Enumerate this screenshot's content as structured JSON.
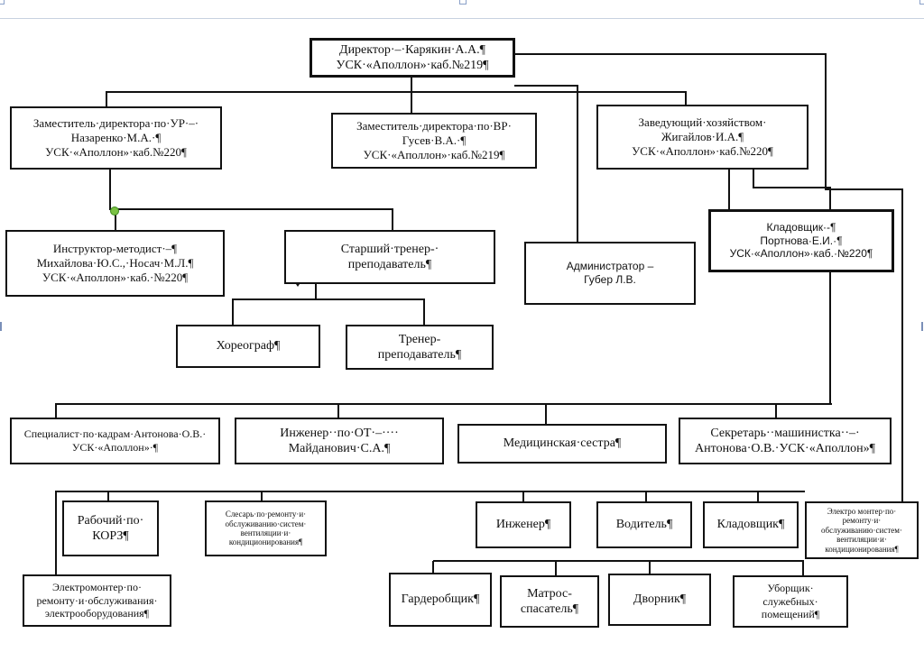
{
  "nodes": {
    "director": [
      "Директор·–·Карякин·А.А.¶",
      "УСК·«Аполлон»·каб.№219¶"
    ],
    "deputy_ur": [
      "Заместитель·директора·по·УР·–·",
      "Назаренко·М.А.·¶",
      "УСК·«Аполлон»·каб.№220¶"
    ],
    "deputy_vr": [
      "Заместитель·директора·по·ВР·",
      "Гусев·В.А.·¶",
      "УСК·«Аполлон»·каб.№219¶"
    ],
    "household_head": [
      "Заведующий·хозяйством·",
      "Жигайлов·И.А.¶",
      "УСК·«Аполлон»·каб.№220¶"
    ],
    "instructor_methodist": [
      "Инструктор-методист·–¶",
      "Михайлова·Ю.С.,·Носач·М.Л.¶",
      "УСК·«Аполлон»·каб.·№220¶"
    ],
    "senior_coach": [
      "Старший·тренер-·",
      "преподаватель¶"
    ],
    "administrator": [
      "Администратор –",
      "Губер Л.В."
    ],
    "storekeeper_head": [
      "Кладовщик·-¶",
      "Портнова·Е.И.·¶",
      "УСК·«Аполлон»·каб.·№220¶"
    ],
    "choreographer": [
      "Хореограф¶"
    ],
    "coach": [
      "Тренер-",
      "преподаватель¶"
    ],
    "hr_specialist": [
      "Специалист·по·кадрам·Антонова·О.В.·",
      "УСК·«Аполлон»·¶"
    ],
    "safety_engineer": [
      "Инженер··по·ОТ·–····",
      "Майданович·С.А.¶"
    ],
    "nurse": [
      "Медицинская·сестра¶"
    ],
    "secretary": [
      "Секретарь··машинистка··–·",
      "Антонова·О.В.·УСК·«Аполлон»¶"
    ],
    "worker_korz": [
      "Рабочий·по·",
      "КОРЗ¶"
    ],
    "locksmith": [
      "Слесарь·по·ремонту·и·",
      "обслуживанию·систем·",
      "вентиляции·и·",
      "кондиционирования¶"
    ],
    "engineer": [
      "Инженер¶"
    ],
    "driver": [
      "Водитель¶"
    ],
    "storekeeper": [
      "Кладовщик¶"
    ],
    "electrician_vent": [
      "Электро монтер·по·",
      "ремонту·и·",
      "обслуживанию·систем·",
      "вентиляции·и·",
      "кондиционирования¶"
    ],
    "electrician_equipment": [
      "Электромонтер·по·",
      "ремонту·и·обслуживания·",
      "электрооборудования¶"
    ],
    "wardrobe": [
      "Гардеробщик¶"
    ],
    "lifeguard": [
      "Матрос-",
      "спасатель¶"
    ],
    "janitor": [
      "Дворник¶"
    ],
    "cleaner": [
      "Уборщик·",
      "служебных·",
      "помещений¶"
    ]
  }
}
